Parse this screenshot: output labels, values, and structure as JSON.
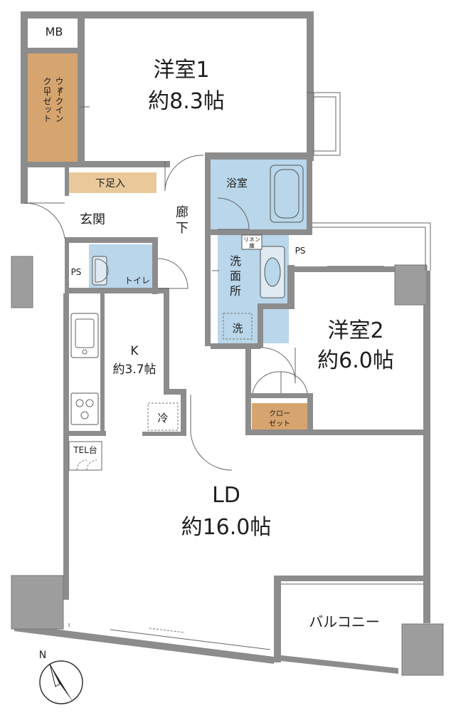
{
  "rooms": {
    "western1_name": "洋室1",
    "western1_size": "約8.3帖",
    "western2_name": "洋室2",
    "western2_size": "約6.0帖",
    "ld_name": "LD",
    "ld_size": "約16.0帖",
    "kitchen_name": "K",
    "kitchen_size": "約3.7帖"
  },
  "labels": {
    "mb": "MB",
    "walkin_closet": [
      "ウォ",
      "ークイン",
      "クロ",
      "ーゼット"
    ],
    "shoe_storage": "下足入",
    "entrance": "玄関",
    "hallway": [
      "廊",
      "下"
    ],
    "bathroom": "浴室",
    "linen": [
      "リネン",
      "庫"
    ],
    "ps": "PS",
    "toilet": "トイレ",
    "washroom": [
      "洗",
      "面",
      "所"
    ],
    "washer": "洗",
    "fridge": "冷",
    "closet": [
      "クロー",
      "ゼット"
    ],
    "tel_stand": "TEL台",
    "balcony": "バルコニー",
    "north": "N"
  },
  "colors": {
    "wall": "#8c8c8c",
    "wet_area": "#b9d6ea",
    "closet_wood": "#d6a46f",
    "storage_tan": "#e9c99a"
  }
}
